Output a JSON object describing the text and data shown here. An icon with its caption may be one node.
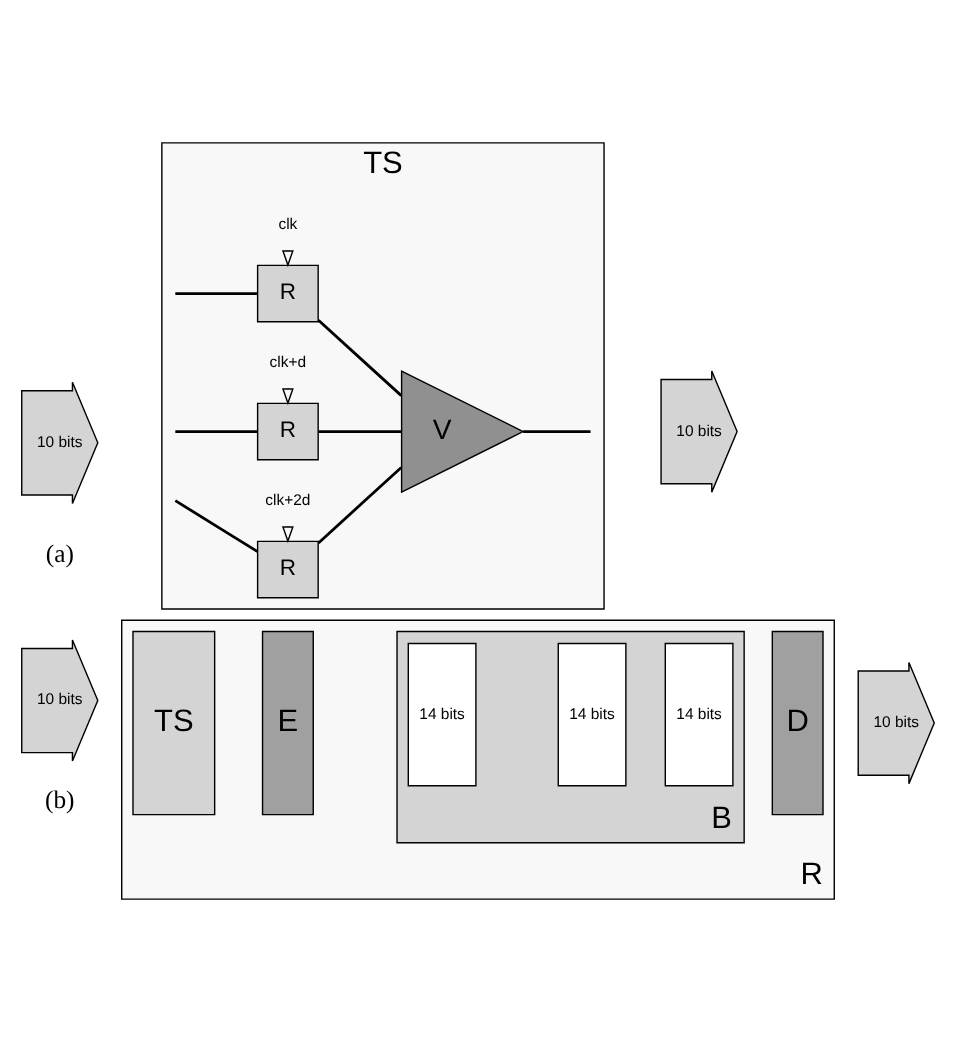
{
  "diagram": {
    "nodes": [
      {
        "text": [
          "10 bits"
        ]
      },
      {
        "text": [
          "TS"
        ]
      },
      {
        "text": [
          "R"
        ],
        "in": 1
      },
      {
        "text": [
          "clk"
        ],
        "in": 1
      },
      {
        "text": [
          "R"
        ],
        "in": 1
      },
      {
        "text": [
          "clk+d"
        ],
        "in": 1
      },
      {
        "text": [
          "R"
        ],
        "in": 1
      },
      {
        "text": [
          "clk+2d"
        ],
        "in": 1
      },
      {
        "text": [
          "V"
        ],
        "in": 1
      },
      {
        "text": [
          "10 bits"
        ]
      },
      {
        "text": [
          "10 bits"
        ]
      },
      {
        "text": [
          "R"
        ]
      },
      {
        "text": [
          "TS"
        ],
        "in": 11
      },
      {
        "text": [
          "E"
        ],
        "in": 11
      },
      {
        "text": [
          "B"
        ],
        "in": 11
      },
      {
        "text": [
          "14 bits"
        ],
        "in": 14
      },
      {
        "text": [
          "14 bits"
        ],
        "in": 14
      },
      {
        "text": [
          "14 bits"
        ],
        "in": 14
      },
      {
        "text": [
          "D"
        ],
        "in": 11
      },
      {
        "text": [
          "10 bits"
        ]
      }
    ],
    "edges": [
      {
        "from": 1,
        "to": 2,
        "arrow": "none"
      },
      {
        "from": 1,
        "to": 4,
        "arrow": "none"
      },
      {
        "from": 1,
        "to": 6,
        "arrow": "none"
      },
      {
        "from": 3,
        "to": 2,
        "arrow": "to"
      },
      {
        "from": 5,
        "to": 4,
        "arrow": "to"
      },
      {
        "from": 7,
        "to": 6,
        "arrow": "to"
      },
      {
        "from": 2,
        "to": 8,
        "arrow": "none"
      },
      {
        "from": 4,
        "to": 8,
        "arrow": "none"
      },
      {
        "from": 6,
        "to": 8,
        "arrow": "none"
      },
      {
        "from": 8,
        "to": 1,
        "arrow": "none"
      }
    ],
    "labels": [
      "(a)",
      "(b)"
    ]
  }
}
